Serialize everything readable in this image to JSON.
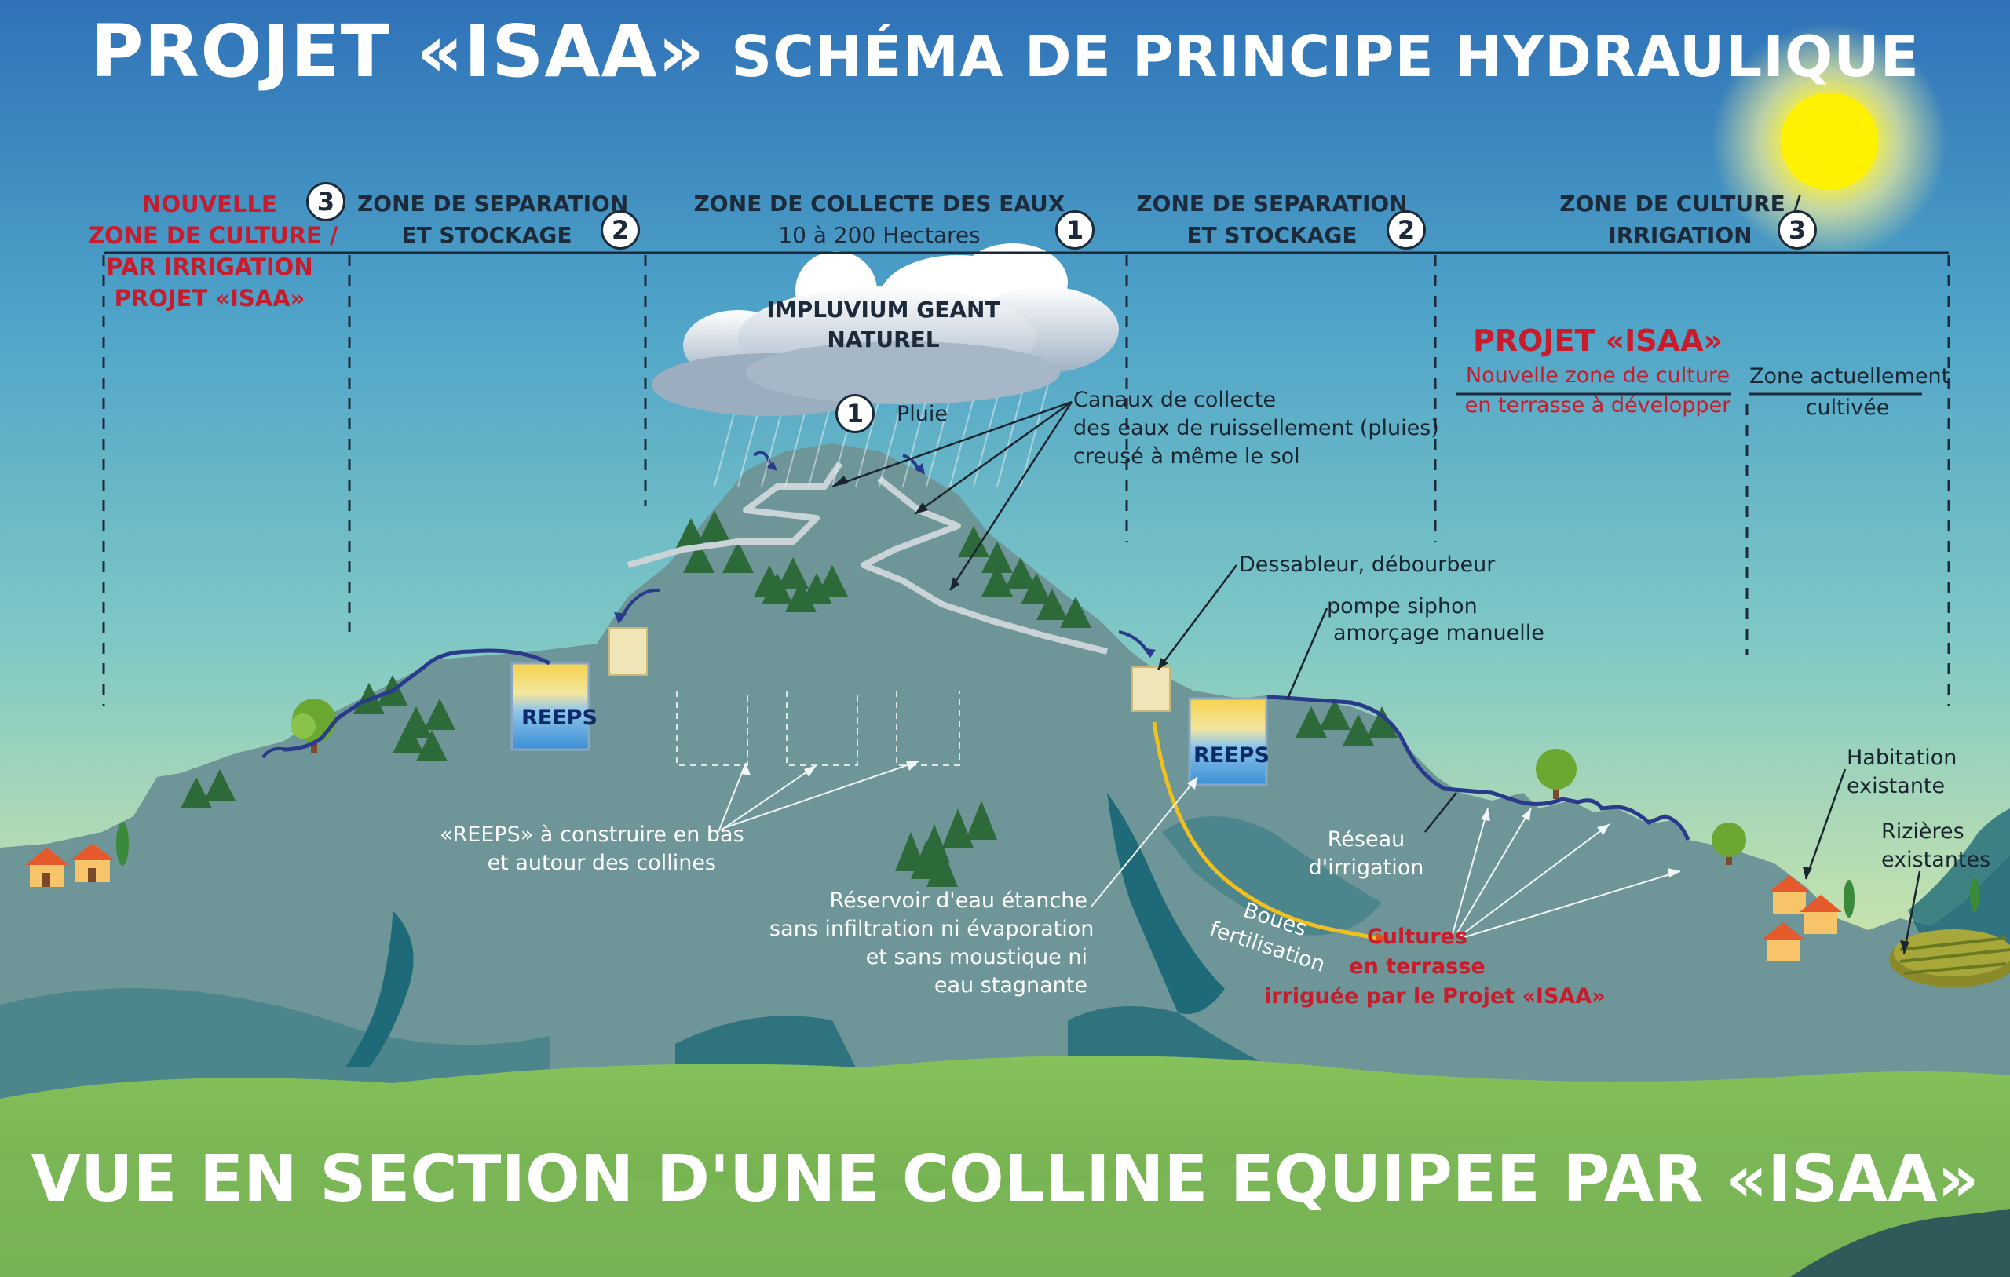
{
  "title": {
    "main": "PROJET «ISAA»",
    "rest": "SCHÉMA DE PRINCIPE HYDRAULIQUE"
  },
  "zones": {
    "left_culture": {
      "line1": "NOUVELLE",
      "line2": "ZONE DE CULTURE /",
      "line3": "PAR IRRIGATION",
      "line4": "PROJET «ISAA»",
      "number": "3"
    },
    "left_separation": {
      "line1": "ZONE DE SEPARATION",
      "line2": "ET STOCKAGE",
      "number": "2"
    },
    "collecte": {
      "line1": "ZONE DE COLLECTE DES EAUX",
      "line2": "10 à 200 Hectares",
      "number": "1"
    },
    "right_separation": {
      "line1": "ZONE DE SEPARATION",
      "line2": "ET STOCKAGE",
      "number": "2"
    },
    "right_culture": {
      "line1": "ZONE DE CULTURE /",
      "line2": "IRRIGATION",
      "number": "3"
    }
  },
  "cloud": {
    "line1": "IMPLUVIUM GEANT",
    "line2": "NATUREL"
  },
  "pluie": {
    "number": "1",
    "label": "Pluie"
  },
  "canaux": {
    "line1": "Canaux de collecte",
    "line2": "des eaux de ruissellement (pluies)",
    "line3": "creusé à même le sol"
  },
  "projet_right": {
    "title": "PROJET «ISAA»",
    "new_zone_line1": "Nouvelle zone de culture",
    "new_zone_line2": "en terrasse à développer",
    "existing_line1": "Zone  actuellement",
    "existing_line2": "cultivée"
  },
  "dessableur": "Dessableur, débourbeur",
  "pompe": {
    "line1": "pompe siphon",
    "line2": "amorçage manuelle"
  },
  "reeps_label": "REEPS",
  "reeps_construire": {
    "line1": "«REEPS» à construire en bas",
    "line2": "et autour des collines"
  },
  "reservoir": {
    "line1": "Réservoir d'eau étanche",
    "line2": "sans infiltration ni évaporation",
    "line3": "et sans moustique ni",
    "line4": "eau stagnante"
  },
  "reseau": {
    "line1": "Réseau",
    "line2": "d'irrigation"
  },
  "boues": {
    "line1": "Boues",
    "line2": "fertilisation"
  },
  "cultures": {
    "line1": "Cultures",
    "line2": "en terrasse",
    "line3": "irriguée par le Projet «ISAA»"
  },
  "habitation": {
    "line1": "Habitation",
    "line2": "existante"
  },
  "rizieres": {
    "line1": "Rizières",
    "line2": "existantes"
  },
  "bottom_title": "VUE EN SECTION D'UNE COLLINE EQUIPEE PAR «ISAA»",
  "colors": {
    "sky_top": "#2f72b8",
    "sky_mid": "#6cc0cc",
    "sky_bottom": "#e6ec9e",
    "hill": "#6e9597",
    "grass": "#7ab554",
    "red_text": "#c81b2b",
    "water_line": "#2a3a8a",
    "boues_line": "#f0c020"
  },
  "icons": [
    "sun-icon",
    "cloud-icon",
    "tree-icon",
    "house-icon",
    "reeps-tank-icon",
    "dessableur-box-icon"
  ]
}
